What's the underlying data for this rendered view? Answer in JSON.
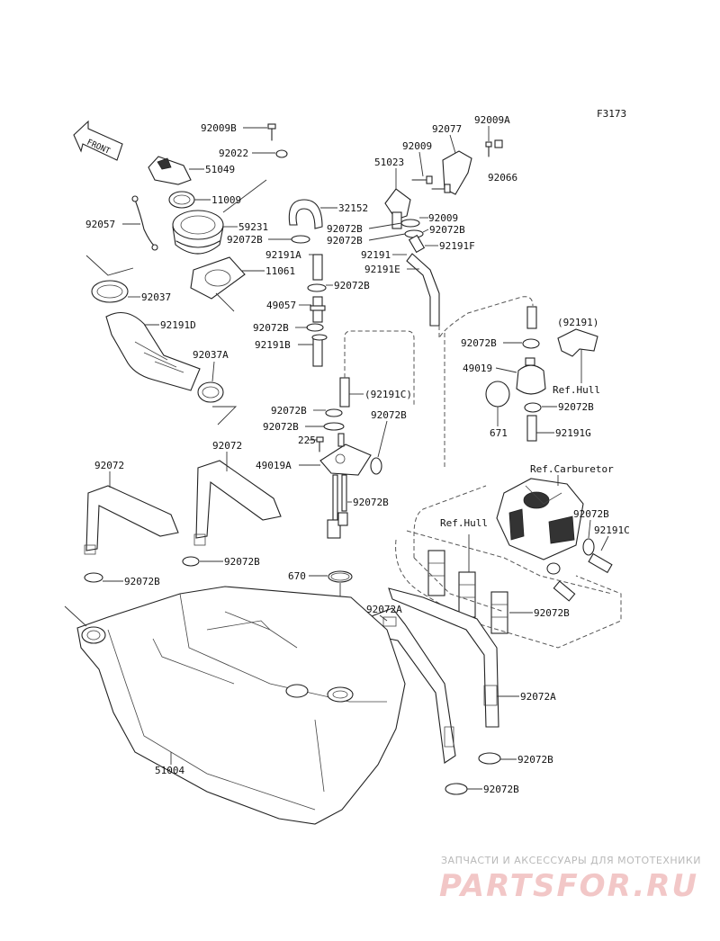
{
  "figure_code": "F3173",
  "front_label": "FRONT",
  "labels": {
    "l_92009b": "92009B",
    "l_92022": "92022",
    "l_51049": "51049",
    "l_11009": "11009",
    "l_92057": "92057",
    "l_59231": "59231",
    "l_92072b_a": "92072B",
    "l_11061": "11061",
    "l_92037": "92037",
    "l_92191d": "92191D",
    "l_92037a": "92037A",
    "l_32152": "32152",
    "l_92191a": "92191A",
    "l_92072b_b": "92072B",
    "l_49057": "49057",
    "l_92072b_c": "92072B",
    "l_92191b": "92191B",
    "l_92191c_paren": "(92191C)",
    "l_92072b_d": "92072B",
    "l_92072b_e": "92072B",
    "l_225": "225",
    "l_49019a": "49019A",
    "l_92072b_f": "92072B",
    "l_92072b_g": "92072B",
    "l_670": "670",
    "l_92077": "92077",
    "l_92009a": "92009A",
    "l_92009": "92009",
    "l_51023": "51023",
    "l_92066": "92066",
    "l_92009_b": "92009",
    "l_92072b_h": "92072B",
    "l_92072b_i": "92072B",
    "l_92072b_j": "92072B",
    "l_92191f": "92191F",
    "l_92191": "92191",
    "l_92191e": "92191E",
    "l_92191_paren": "(92191)",
    "l_refhull_a": "Ref.Hull",
    "l_92072b_k": "92072B",
    "l_49019": "49019",
    "l_671": "671",
    "l_92072b_l": "92072B",
    "l_92191g": "92191G",
    "l_refcarb": "Ref.Carburetor",
    "l_refhull_b": "Ref.Hull",
    "l_92072b_m": "92072B",
    "l_92191c": "92191C",
    "l_92072b_n": "92072B",
    "l_92072_a": "92072",
    "l_92072_b": "92072",
    "l_92072b_o": "92072B",
    "l_92072b_p": "92072B",
    "l_92072a_a": "92072A",
    "l_92072a_b": "92072A",
    "l_92072b_q": "92072B",
    "l_92072b_r": "92072B",
    "l_51004": "51004"
  },
  "watermark": {
    "line1": "ЗАПЧАСТИ И АКСЕССУАРЫ ДЛЯ МОТОТЕХНИКИ",
    "line2": "PARTSFOR.RU"
  }
}
